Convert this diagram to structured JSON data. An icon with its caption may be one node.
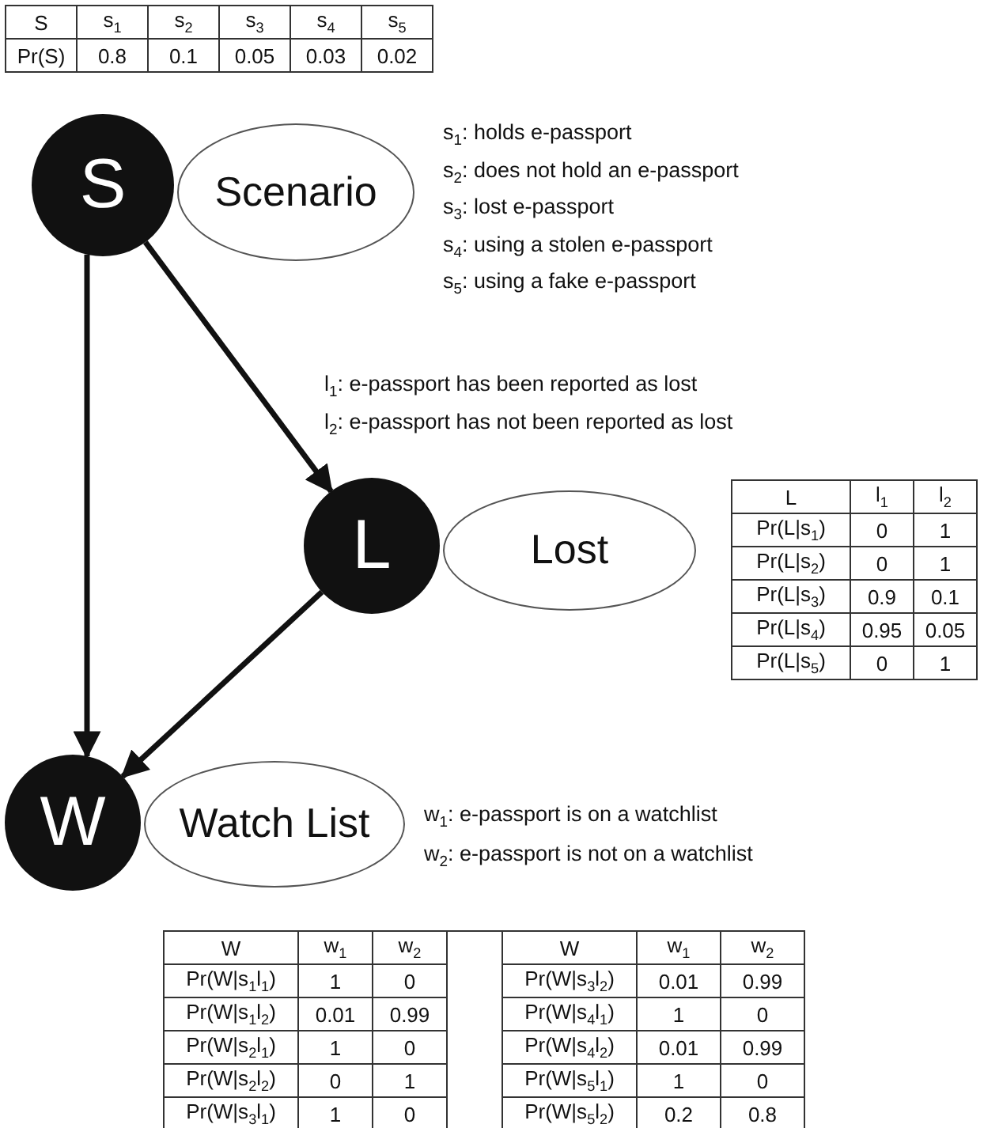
{
  "diagram": {
    "nodes": [
      {
        "text": [
          "S"
        ]
      },
      {
        "text": [
          "Scenario"
        ]
      },
      {
        "text": [
          "L"
        ]
      },
      {
        "text": [
          "Lost"
        ]
      },
      {
        "text": [
          "W"
        ]
      },
      {
        "text": [
          "Watch List"
        ]
      }
    ],
    "edges": [
      {
        "from": 0,
        "to": 2,
        "arrow": "to"
      },
      {
        "from": 0,
        "to": 4,
        "arrow": "to"
      },
      {
        "from": 2,
        "to": 4,
        "arrow": "to"
      }
    ],
    "labels": [
      "S",
      "s$_{1}$",
      "s$_{2}$",
      "s$_{3}$",
      "s$_{4}$",
      "s$_{5}$",
      "Pr(S)",
      "0.8",
      "0.1",
      "0.05",
      "0.03",
      "0.02",
      "s$_{1}$: holds e-passport",
      "s$_{2}$: does not hold an e-passport",
      "s$_{3}$: lost e-passport",
      "s$_{4}$: using a stolen e-passport",
      "s$_{5}$: using a fake e-passport",
      "l$_{1}$: e-passport has been reported as lost",
      "l$_{2}$: e-passport has not been reported as lost",
      "L",
      "l$_{1}$",
      "l$_{2}$",
      "Pr(L|s$_{1}$)",
      "0",
      "1",
      "Pr(L|s$_{2}$)",
      "0",
      "1",
      "Pr(L|s$_{3}$)",
      "0.9",
      "0.1",
      "Pr(L|s$_{4}$)",
      "0.95",
      "0.05",
      "Pr(L|s$_{5}$)",
      "0",
      "1",
      "w$_{1}$: e-passport is on a watchlist",
      "w$_{2}$: e-passport is not on a watchlist",
      "W",
      "w$_{1}$",
      "w$_{2}$",
      "W",
      "w$_{1}$",
      "w$_{2}$",
      "Pr(W|s$_{1}$l$_{1}$)",
      "1",
      "0",
      "Pr(W|s$_{3}$l$_{2}$)",
      "0.01",
      "0.99",
      "Pr(W|s$_{1}$l$_{2}$)",
      "0.01",
      "0.99",
      "Pr(W|s$_{4}$l$_{1}$)",
      "1",
      "0",
      "Pr(W|s$_{2}$l$_{1}$)",
      "1",
      "0",
      "Pr(W|s$_{4}$l$_{2}$)",
      "0.01",
      "0.99",
      "Pr(W|s$_{2}$l$_{2}$)",
      "0",
      "1",
      "Pr(W|s$_{5}$l$_{1}$)",
      "1",
      "0",
      "Pr(W|s$_{3}$l$_{1}$)",
      "1",
      "0",
      "Pr(W|s$_{5}$l$_{2}$)",
      "0.2",
      "0.8"
    ]
  }
}
